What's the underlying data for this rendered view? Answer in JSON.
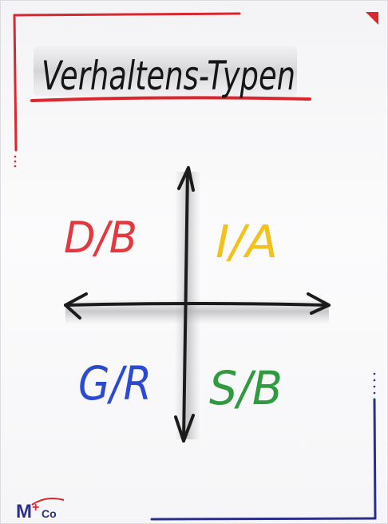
{
  "title": "Verhaltens-Typen",
  "quadrants": {
    "top_left": {
      "label": "D/B",
      "color": "#e4383f"
    },
    "top_right": {
      "label": "I/A",
      "color": "#f2c21a"
    },
    "bottom_left": {
      "label": "G/R",
      "color": "#2a4bd1"
    },
    "bottom_right": {
      "label": "S/B",
      "color": "#2f9a3e"
    }
  },
  "logo": {
    "main": "M",
    "plus": "+",
    "sub": "Co"
  },
  "colors": {
    "title_underline": "#d9262f",
    "frame_red": "#d9262f",
    "frame_blue": "#2c2f8a",
    "axis": "#1b1b1b"
  }
}
